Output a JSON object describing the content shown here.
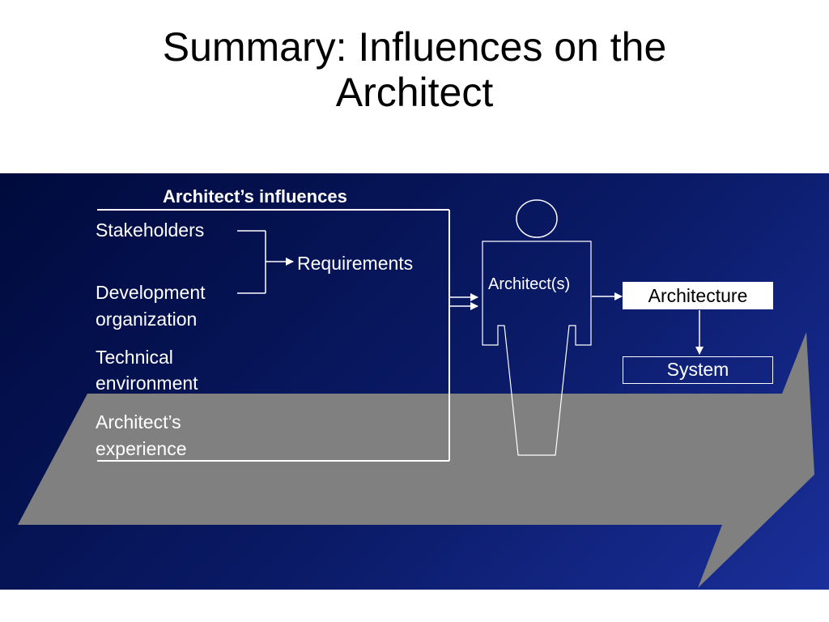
{
  "title": {
    "line1": "Summary: Influences on the",
    "line2": "Architect"
  },
  "diagram": {
    "influences_heading": "Architect’s influences",
    "stakeholders": "Stakeholders",
    "development_line1": "Development",
    "development_line2": "organization",
    "requirements": "Requirements",
    "technical_line1": "Technical",
    "technical_line2": "environment",
    "experience_line1": "Architect’s",
    "experience_line2": "experience",
    "architects": "Architect(s)",
    "architecture": "Architecture",
    "system": "System"
  },
  "colors": {
    "panel_dark": "#000a3c",
    "panel_light": "#1a2f9a",
    "big_arrow": "#808080",
    "lines": "#ffffff"
  }
}
